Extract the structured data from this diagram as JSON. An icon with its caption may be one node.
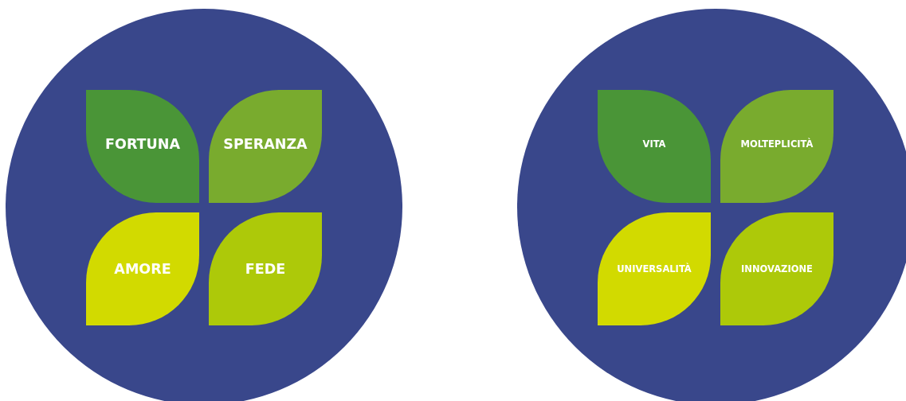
{
  "diagram": {
    "nodes": [
      {
        "text": [],
        "shape": "circle"
      },
      {
        "text": [
          "FORTUNA"
        ],
        "in": 0
      },
      {
        "text": [
          "SPERANZA"
        ],
        "in": 0
      },
      {
        "text": [
          "AMORE"
        ],
        "in": 0
      },
      {
        "text": [
          "FEDE"
        ],
        "in": 0
      },
      {
        "text": [],
        "shape": "circle"
      },
      {
        "text": [
          "VITA"
        ],
        "in": 5
      },
      {
        "text": [
          "MOLTEPLICITÀ"
        ],
        "in": 5
      },
      {
        "text": [
          "UNIVERSALITÀ"
        ],
        "in": 5
      },
      {
        "text": [
          "INNOVAZIONE"
        ],
        "in": 5
      }
    ]
  }
}
